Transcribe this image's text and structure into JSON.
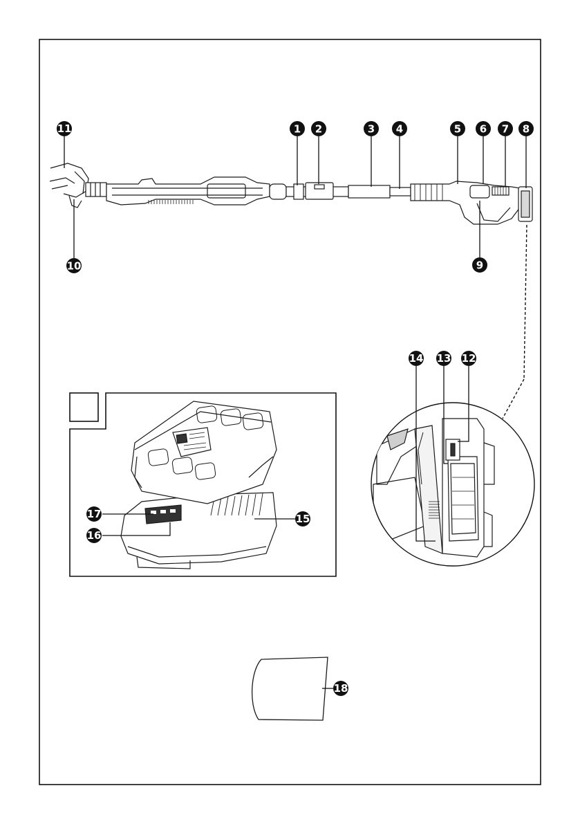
{
  "callouts": [
    {
      "id": "c1",
      "number": "1"
    },
    {
      "id": "c2",
      "number": "2"
    },
    {
      "id": "c3",
      "number": "3"
    },
    {
      "id": "c4",
      "number": "4"
    },
    {
      "id": "c5",
      "number": "5"
    },
    {
      "id": "c6",
      "number": "6"
    },
    {
      "id": "c7",
      "number": "7"
    },
    {
      "id": "c8",
      "number": "8"
    },
    {
      "id": "c9",
      "number": "9"
    },
    {
      "id": "c10",
      "number": "10"
    },
    {
      "id": "c11",
      "number": "11"
    },
    {
      "id": "c12",
      "number": "12"
    },
    {
      "id": "c13",
      "number": "13"
    },
    {
      "id": "c14",
      "number": "14"
    },
    {
      "id": "c15",
      "number": "15"
    },
    {
      "id": "c16",
      "number": "16"
    },
    {
      "id": "c17",
      "number": "17"
    },
    {
      "id": "c18",
      "number": "18"
    }
  ],
  "colors": {
    "line": "#1a1a1a",
    "badge": "#111111",
    "paper": "#ffffff",
    "shade": "#e6e6e6"
  }
}
